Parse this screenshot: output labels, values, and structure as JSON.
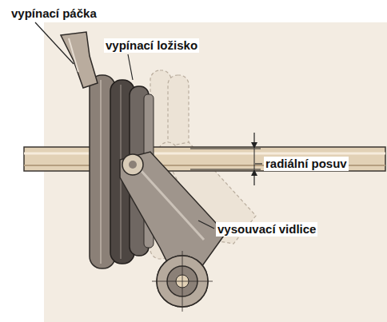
{
  "diagram": {
    "labels": [
      "vypínací páčka",
      "vypínací ložisko",
      "radiální posuv",
      "vysouvací vidlice"
    ]
  }
}
